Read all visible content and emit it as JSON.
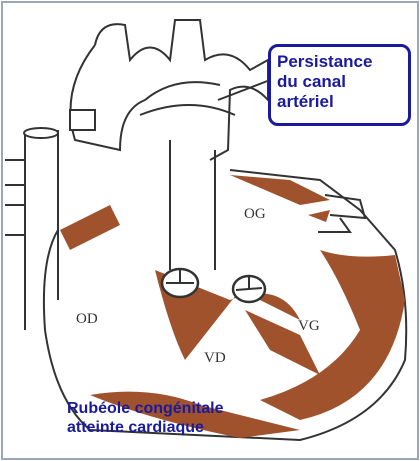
{
  "labels": {
    "od": "OD",
    "og": "OG",
    "vd": "VD",
    "vg": "VG"
  },
  "callout": {
    "line1": "Persistance",
    "line2": "du canal",
    "line3": "artériel"
  },
  "caption": {
    "line1": "Rubéole congénitale",
    "line2": "atteinte cardiaque"
  },
  "colors": {
    "muscle": "#a0522d",
    "label_blue": "#1a1a9c",
    "outline": "#333333"
  }
}
